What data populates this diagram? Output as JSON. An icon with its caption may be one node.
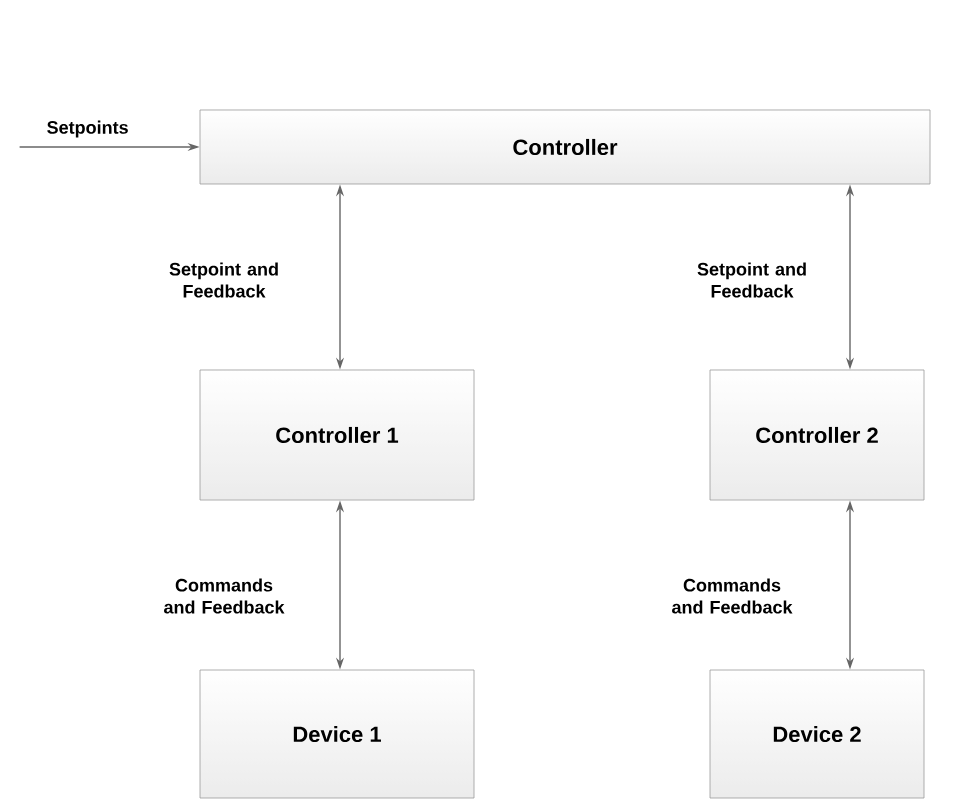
{
  "diagram": {
    "nodes": [
      {
        "text": [
          "Controller"
        ]
      },
      {
        "text": [
          "Controller 1"
        ]
      },
      {
        "text": [
          "Controller 2"
        ]
      },
      {
        "text": [
          "Device 1"
        ]
      },
      {
        "text": [
          "Device 2"
        ]
      }
    ],
    "edges": [
      {
        "from": null,
        "to": 0,
        "arrow": "to",
        "label": "Setpoints"
      },
      {
        "from": 0,
        "to": 1,
        "arrow": "both",
        "label": "Setpoint and Feedback"
      },
      {
        "from": 0,
        "to": 2,
        "arrow": "both",
        "label": "Setpoint and Feedback"
      },
      {
        "from": 1,
        "to": 3,
        "arrow": "both",
        "label": "Commands and Feedback"
      },
      {
        "from": 2,
        "to": 4,
        "arrow": "both",
        "label": "Commands and Feedback"
      }
    ]
  }
}
